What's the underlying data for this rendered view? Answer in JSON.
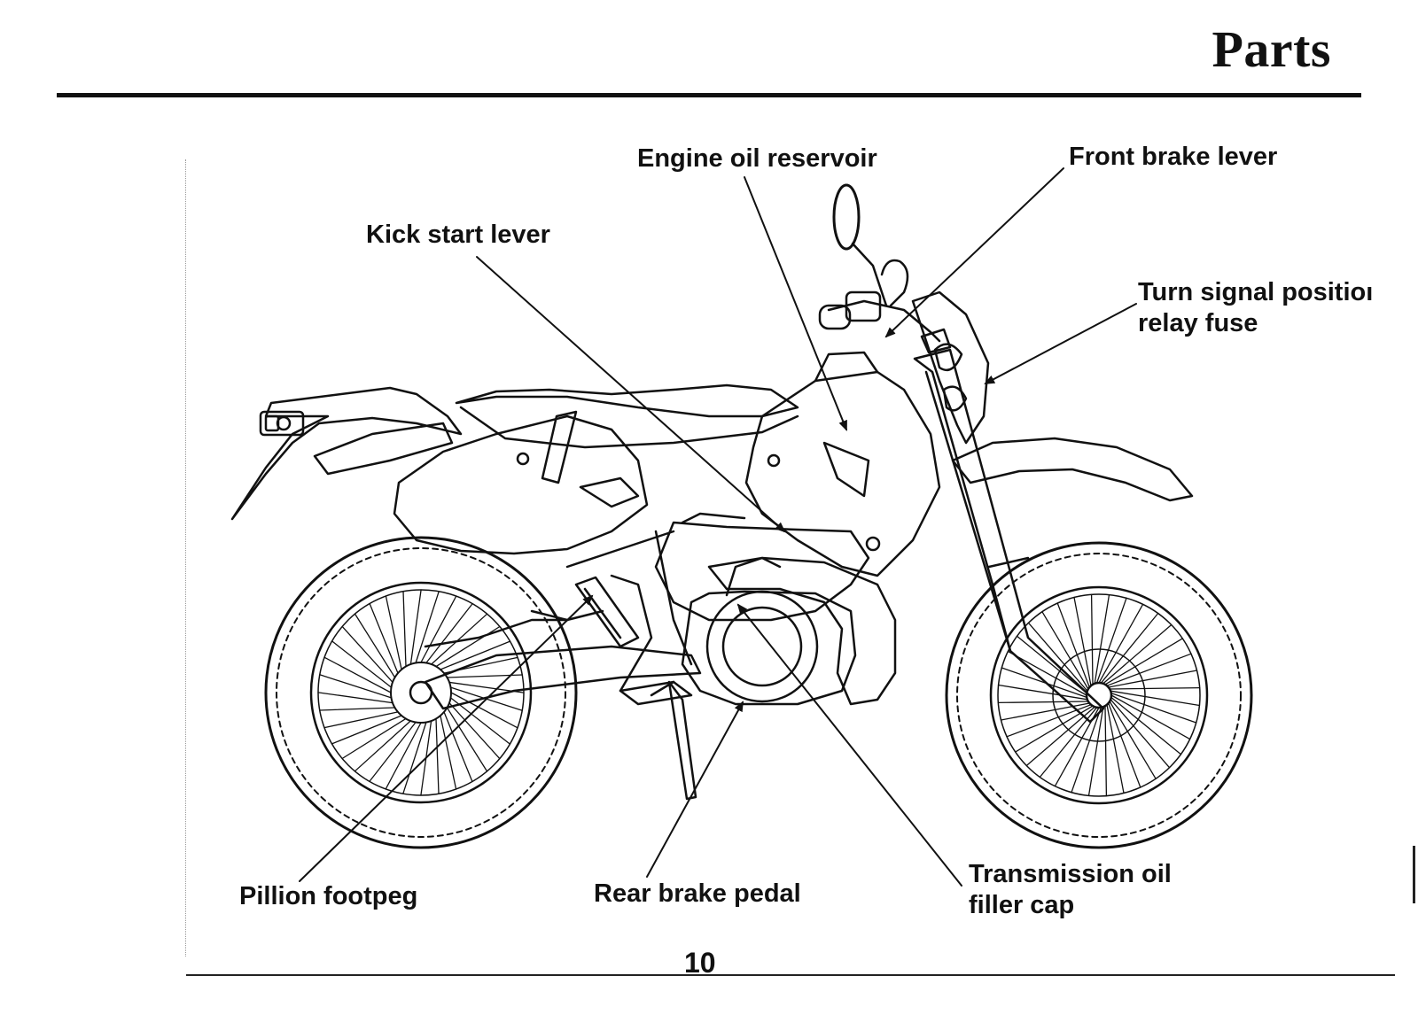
{
  "page": {
    "title": "Parts",
    "page_number": "10"
  },
  "callouts": {
    "engine_oil_reservoir": "Engine oil reservoir",
    "front_brake_lever": "Front brake lever",
    "kick_start_lever": "Kick start lever",
    "turn_signal_line1": "Turn signal positioı",
    "turn_signal_line2": "relay fuse",
    "pillion_footpeg": "Pillion footpeg",
    "rear_brake_pedal": "Rear brake pedal",
    "transmission_line1": "Transmission oil",
    "transmission_line2": "filler cap"
  },
  "colors": {
    "ink": "#111111",
    "paper": "#ffffff"
  }
}
